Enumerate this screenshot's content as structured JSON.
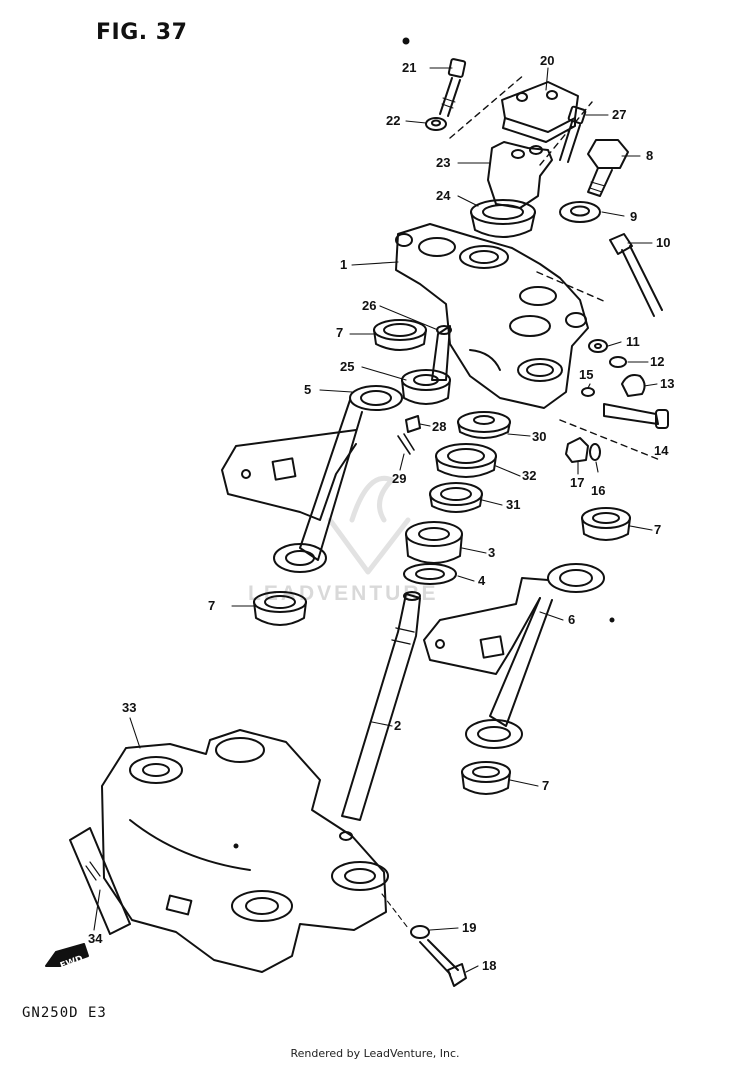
{
  "figure": {
    "title": "FIG. 37",
    "model_code": "GN250D E3",
    "footer": "Rendered by LeadVenture, Inc.",
    "watermark": "LEADVENTURE",
    "fwd_label": "FWD"
  },
  "callouts": [
    {
      "id": "c21",
      "text": "21"
    },
    {
      "id": "c20",
      "text": "20"
    },
    {
      "id": "c22",
      "text": "22"
    },
    {
      "id": "c27",
      "text": "27"
    },
    {
      "id": "c8",
      "text": "8"
    },
    {
      "id": "c23",
      "text": "23"
    },
    {
      "id": "c24",
      "text": "24"
    },
    {
      "id": "c9",
      "text": "9"
    },
    {
      "id": "c1",
      "text": "1"
    },
    {
      "id": "c10",
      "text": "10"
    },
    {
      "id": "c26",
      "text": "26"
    },
    {
      "id": "c7a",
      "text": "7"
    },
    {
      "id": "c11",
      "text": "11"
    },
    {
      "id": "c12",
      "text": "12"
    },
    {
      "id": "c25",
      "text": "25"
    },
    {
      "id": "c15",
      "text": "15"
    },
    {
      "id": "c13",
      "text": "13"
    },
    {
      "id": "c5",
      "text": "5"
    },
    {
      "id": "c28",
      "text": "28"
    },
    {
      "id": "c30",
      "text": "30"
    },
    {
      "id": "c14",
      "text": "14"
    },
    {
      "id": "c29",
      "text": "29"
    },
    {
      "id": "c32",
      "text": "32"
    },
    {
      "id": "c17",
      "text": "17"
    },
    {
      "id": "c16",
      "text": "16"
    },
    {
      "id": "c31",
      "text": "31"
    },
    {
      "id": "c7b",
      "text": "7"
    },
    {
      "id": "c3",
      "text": "3"
    },
    {
      "id": "c4",
      "text": "4"
    },
    {
      "id": "c7c",
      "text": "7"
    },
    {
      "id": "c6",
      "text": "6"
    },
    {
      "id": "c33",
      "text": "33"
    },
    {
      "id": "c2",
      "text": "2"
    },
    {
      "id": "c7d",
      "text": "7"
    },
    {
      "id": "c34",
      "text": "34"
    },
    {
      "id": "c19",
      "text": "19"
    },
    {
      "id": "c18",
      "text": "18"
    }
  ]
}
